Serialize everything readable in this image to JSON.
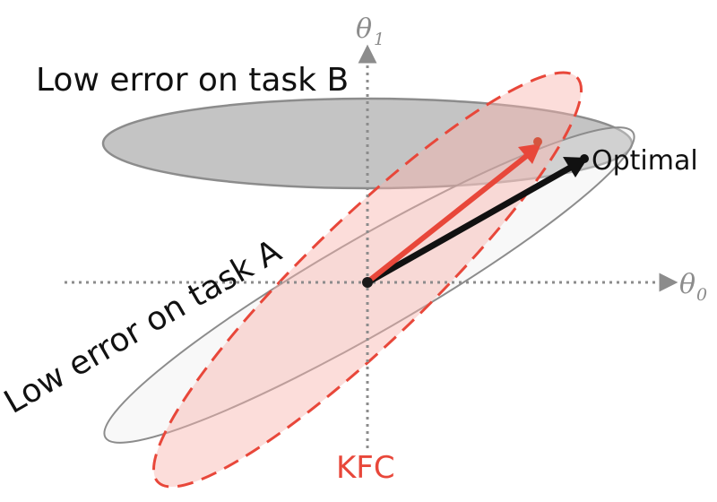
{
  "labels": {
    "task_b": "Low error on task B",
    "task_a": "Low error on task A",
    "optimal": "Optimal",
    "kfc": "KFC",
    "axis_x_symbol": "θ",
    "axis_x_sub": "0",
    "axis_y_symbol": "θ",
    "axis_y_sub": "1"
  },
  "colors": {
    "kfc_red": "#e8473a",
    "kfc_fill": "#fbd9d6",
    "task_b_fill": "#c4c4c4",
    "task_b_stroke": "#8c8c8c",
    "task_a_stroke": "#8c8c8c",
    "axis": "#8c8c8c",
    "optimal_arrow": "#111111",
    "text": "#111111"
  }
}
